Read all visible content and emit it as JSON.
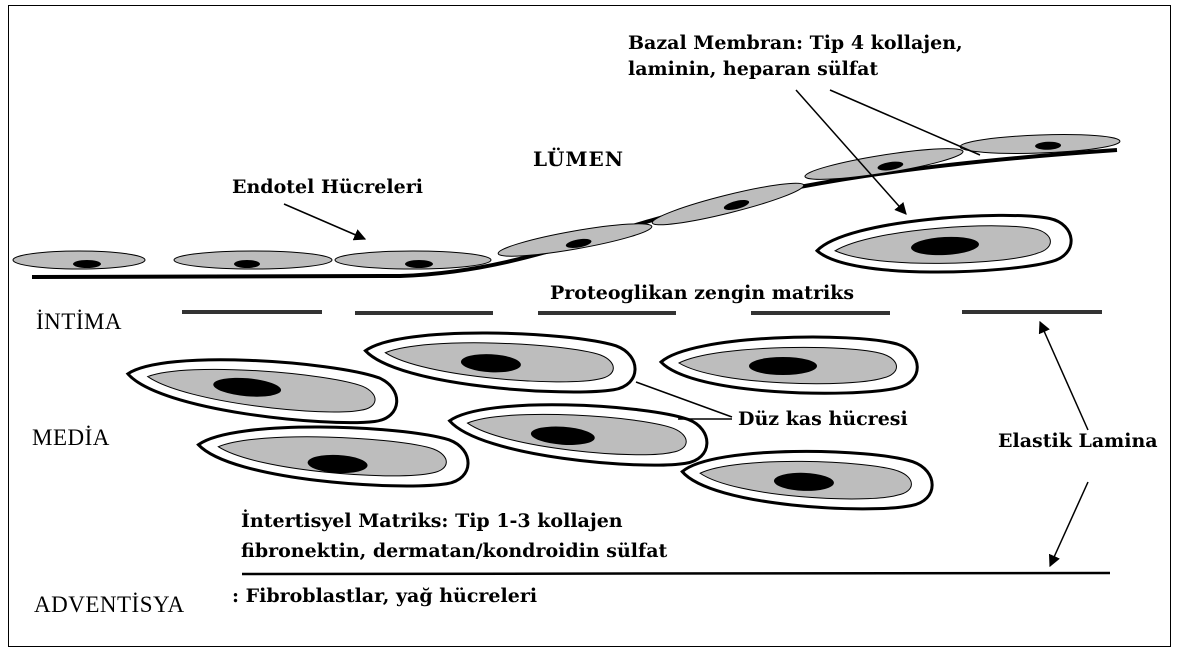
{
  "labels": {
    "basal_line1": "Bazal Membran: Tip 4 kollajen,",
    "basal_line2": "laminin, heparan sülfat",
    "lumen": "LÜMEN",
    "endothelial": "Endotel Hücreleri",
    "proteoglycan": "Proteoglikan zengin matriks",
    "intima": "İNTİMA",
    "media": "MEDİA",
    "smooth_muscle": "Düz kas hücresi",
    "elastic_lamina": "Elastik Lamina",
    "interstitial_line1": "İntertisyel Matriks: Tip 1-3 kollajen",
    "interstitial_line2": "fibronektin, dermatan/kondroidin sülfat",
    "adventitia": "ADVENTİSYA",
    "adventitia_desc": ": Fibroblastlar, yağ hücreleri"
  },
  "colors": {
    "cell_fill": "#bdbdbd",
    "line": "#000000",
    "lamina": "#333333",
    "background": "#ffffff"
  }
}
